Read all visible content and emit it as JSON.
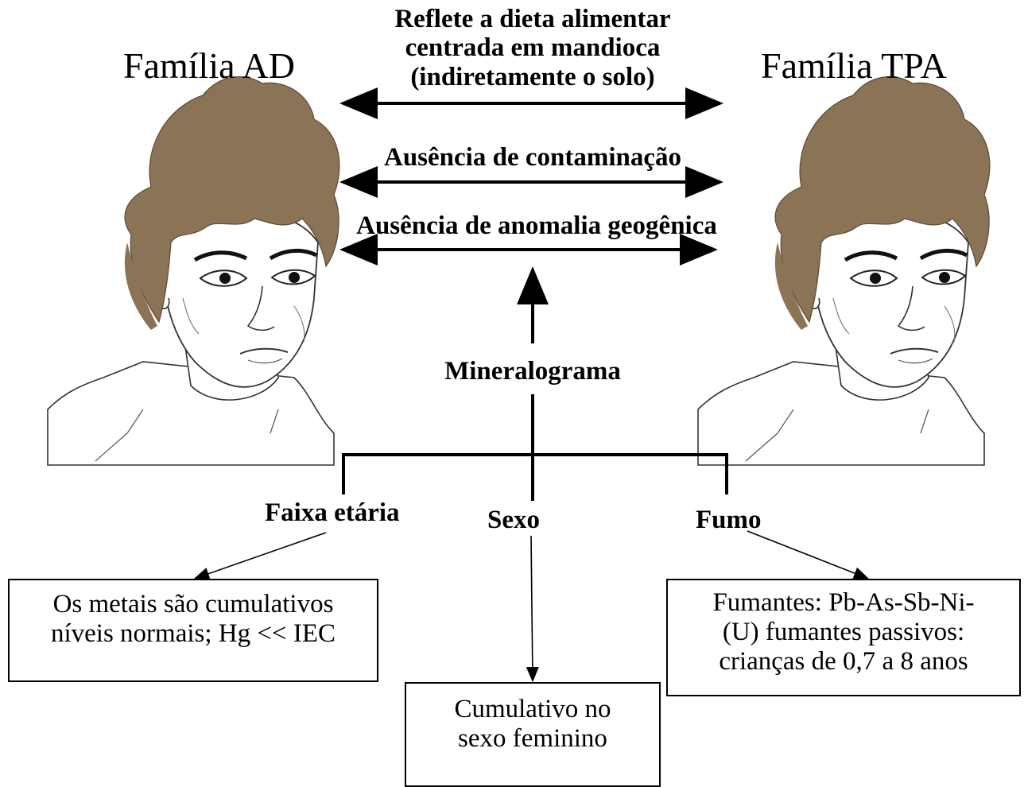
{
  "families": {
    "left_name": "Família AD",
    "right_name": "Família TPA"
  },
  "relations": {
    "diet_lines": [
      "Reflete a dieta alimentar",
      "centrada em mandioca",
      "(indiretamente o solo)"
    ],
    "no_contamination": "Ausência de contaminação",
    "no_geogenic_anomaly": "Ausência de anomalia geogênica"
  },
  "center": {
    "mineralogram": "Mineralograma"
  },
  "factors": {
    "age": "Faixa etária",
    "sex": "Sexo",
    "smoking": "Fumo"
  },
  "boxes": {
    "age_lines": [
      "Os metais são cumulativos",
      "níveis normais; Hg << IEC"
    ],
    "sex_lines": [
      "Cumulativo no",
      "sexo feminino"
    ],
    "smoking_lines": [
      "Fumantes: Pb-As-Sb-Ni-",
      "(U) fumantes passivos:",
      "crianças de 0,7 a 8 anos"
    ]
  },
  "colors": {
    "hair": "#8b7355",
    "line": "#000000"
  }
}
